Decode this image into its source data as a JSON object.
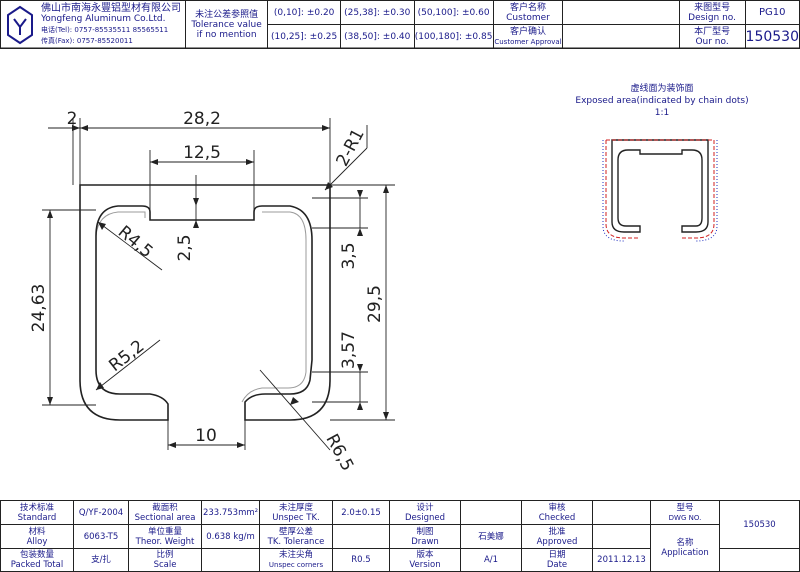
{
  "header": {
    "company_cn": "佛山市南海永豐铝型材有限公司",
    "company_en": "Yongfeng Aluminum Co.Ltd.",
    "tel": "电话(Tel): 0757-85535511 85565511",
    "fax": "传真(Fax): 0757-85520011",
    "tol_title_cn": "未注公差参照值",
    "tol_title_en_1": "Tolerance value",
    "tol_title_en_2": "if no mention",
    "tol_1": "(0,10]: ±0.20",
    "tol_2": "(25,38]: ±0.30",
    "tol_3": "(50,100]: ±0.60",
    "tol_4": "(10,25]: ±0.25",
    "tol_5": "(38,50]: ±0.40",
    "tol_6": "(100,180]: ±0.85",
    "customer_cn": "客户名称",
    "customer_en": "Customer",
    "approval_cn": "客户确认",
    "approval_en": "Customer Approval",
    "design_no_cn": "来图型号",
    "design_no_en": "Design no.",
    "design_no_val": "PG10",
    "our_no_cn": "本厂型号",
    "our_no_en": "Our no.",
    "our_no_val": "150530"
  },
  "drawing": {
    "dims": {
      "d2": "2",
      "d28_2": "28,2",
      "d12_5": "12,5",
      "d2_r1": "2-R1",
      "r4_5": "R4,5",
      "d2_5": "2,5",
      "d3_5": "3,5",
      "d24_63": "24,63",
      "d29_5": "29,5",
      "r5_2": "R5,2",
      "d3_57": "3,57",
      "d10": "10",
      "r6_5": "R6,5"
    },
    "note_cn": "虚线面为装饰面",
    "note_en": "Exposed area(indicated by chain dots)",
    "scale": "1:1"
  },
  "footer": {
    "standard_cn": "技术标准",
    "standard_en": "Standard",
    "standard_val": "Q/YF-2004",
    "section_cn": "截面积",
    "section_en": "Sectional area",
    "section_val": "233.753mm²",
    "unspec_tk_cn": "未注厚度",
    "unspec_tk_en": "Unspec TK.",
    "unspec_tk_val": "2.0±0.15",
    "designed_cn": "设计",
    "designed_en": "Designed",
    "checked_cn": "审核",
    "checked_en": "Checked",
    "type_cn": "型号",
    "type_en": "DWG NO.",
    "type_val": "150530",
    "alloy_cn": "材料",
    "alloy_en": "Alloy",
    "alloy_val": "6063-T5",
    "weight_cn": "单位重量",
    "weight_en": "Theor. Weight",
    "weight_val": "0.638 kg/m",
    "wall_cn": "壁厚公差",
    "wall_en": "TK. Tolerance",
    "drawn_cn": "制图",
    "drawn_en": "Drawn",
    "drawn_val": "石美娜",
    "approved_cn": "批准",
    "approved_en": "Approved",
    "packed_cn": "包装数量",
    "packed_en": "Packed Total",
    "packed_val": "支/扎",
    "scale_cn": "比例",
    "scale_en": "Scale",
    "corners_cn": "未注尖角",
    "corners_en": "Unspec corners",
    "corners_val": "R0.5",
    "version_cn": "版本",
    "version_en": "Version",
    "version_val": "A/1",
    "date_cn": "日期",
    "date_en": "Date",
    "date_val": "2011.12.13",
    "app_cn": "名称",
    "app_en": "Application"
  }
}
